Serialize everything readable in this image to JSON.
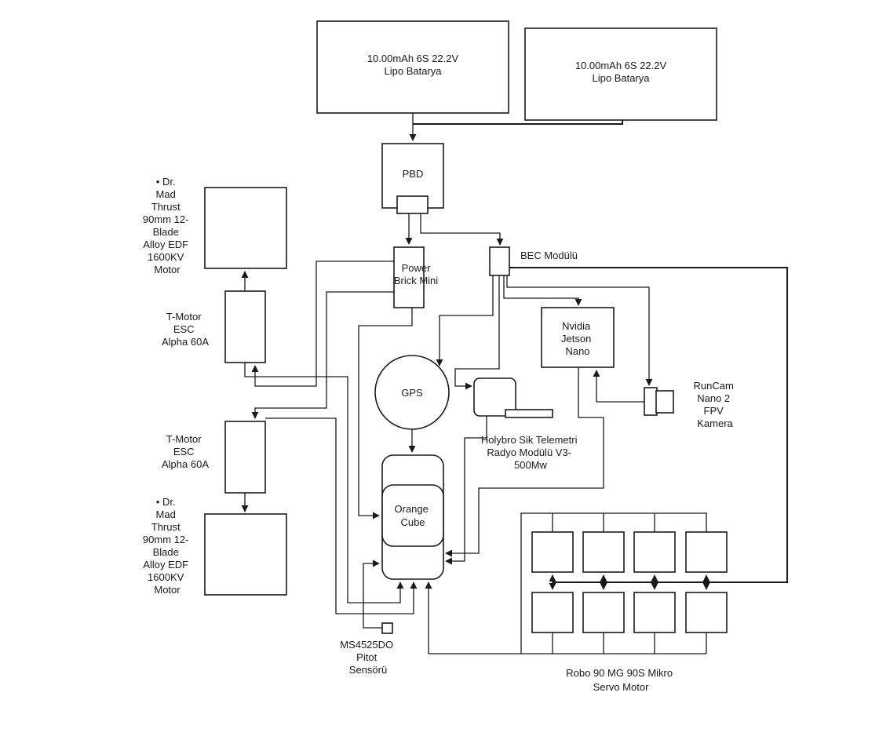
{
  "battery_1": [
    "10.00mAh 6S 22.2V",
    "Lipo Batarya"
  ],
  "battery_2": [
    "10.00mAh 6S 22.2V",
    "Lipo Batarya"
  ],
  "pbd": "PBD",
  "power_brick": [
    "Power",
    "Brick Mini"
  ],
  "bec": "BEC Modülü",
  "motor_top_label": [
    "•  Dr.",
    "Mad",
    "Thrust",
    "90mm 12-",
    "Blade",
    "Alloy EDF",
    "1600KV",
    "Motor"
  ],
  "motor_bottom_label": [
    "•  Dr.",
    "Mad",
    "Thrust",
    "90mm 12-",
    "Blade",
    "Alloy EDF",
    "1600KV",
    "Motor"
  ],
  "esc_top": [
    "T-Motor",
    "ESC",
    "Alpha 60A"
  ],
  "esc_bottom": [
    "T-Motor",
    "ESC",
    "Alpha 60A"
  ],
  "gps": "GPS",
  "jetson": [
    "Nvidia",
    "Jetson",
    "Nano"
  ],
  "camera": [
    "RunCam",
    "Nano 2",
    "FPV",
    "Kamera"
  ],
  "telemetry": [
    "Holybro Sik Telemetri",
    "Radyo Modülü V3-",
    "500Mw"
  ],
  "orange_cube": [
    "Orange",
    "Cube"
  ],
  "pitot": [
    "MS4525DO",
    "Pitot",
    "Sensörü"
  ],
  "servo": [
    "Robo 90 MG 90S Mikro",
    "Servo Motor"
  ]
}
